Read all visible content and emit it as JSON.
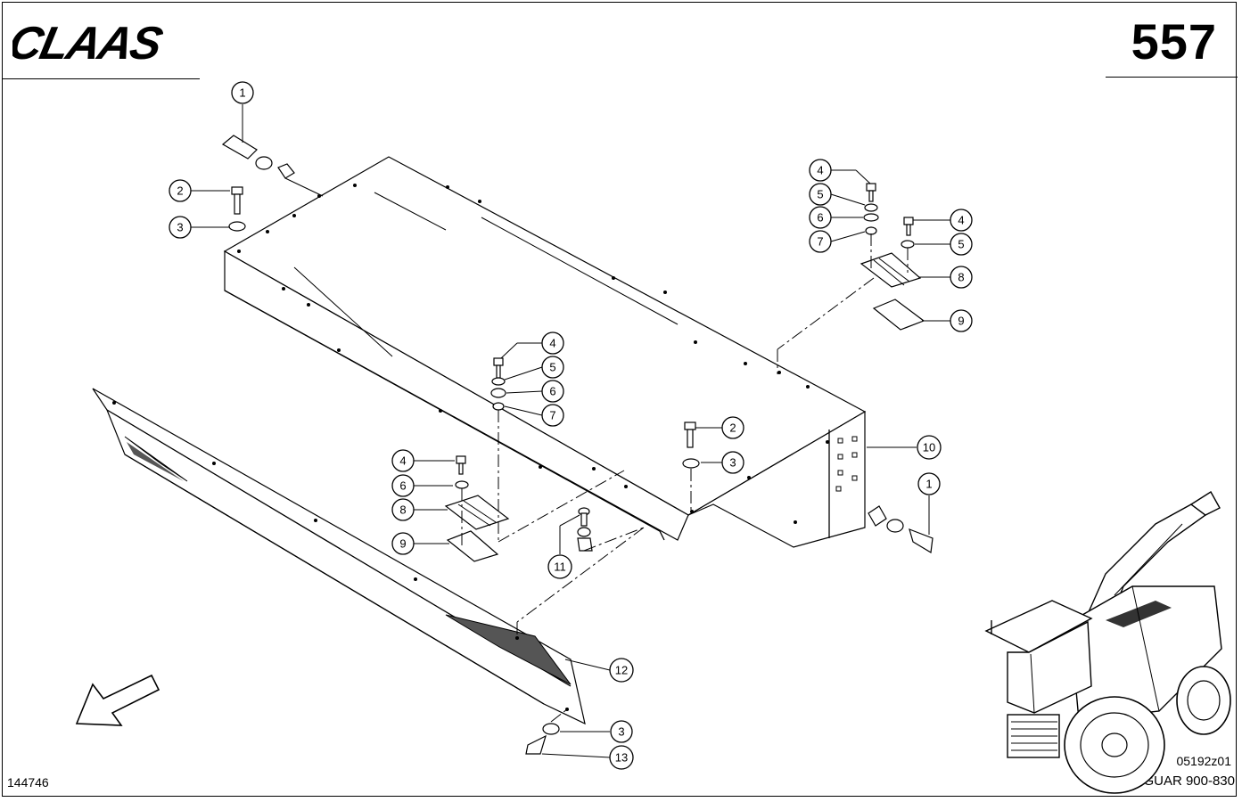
{
  "header": {
    "brand": "CLAAS",
    "page_number": "557"
  },
  "footer": {
    "document_id": "144746",
    "drawing_code": "05192z01",
    "model": "JAGUAR 900-830"
  },
  "callouts": [
    {
      "id": "c1a",
      "label": "1"
    },
    {
      "id": "c2a",
      "label": "2"
    },
    {
      "id": "c3a",
      "label": "3"
    },
    {
      "id": "c4a",
      "label": "4"
    },
    {
      "id": "c5a",
      "label": "5"
    },
    {
      "id": "c6a",
      "label": "6"
    },
    {
      "id": "c7a",
      "label": "7"
    },
    {
      "id": "c4b",
      "label": "4"
    },
    {
      "id": "c5b",
      "label": "5"
    },
    {
      "id": "c8a",
      "label": "8"
    },
    {
      "id": "c9a",
      "label": "9"
    },
    {
      "id": "c4c",
      "label": "4"
    },
    {
      "id": "c5c",
      "label": "5"
    },
    {
      "id": "c6c",
      "label": "6"
    },
    {
      "id": "c7c",
      "label": "7"
    },
    {
      "id": "c2b",
      "label": "2"
    },
    {
      "id": "c3b",
      "label": "3"
    },
    {
      "id": "c10",
      "label": "10"
    },
    {
      "id": "c1b",
      "label": "1"
    },
    {
      "id": "c4d",
      "label": "4"
    },
    {
      "id": "c6d",
      "label": "6"
    },
    {
      "id": "c8b",
      "label": "8"
    },
    {
      "id": "c9b",
      "label": "9"
    },
    {
      "id": "c11",
      "label": "11"
    },
    {
      "id": "c12",
      "label": "12"
    },
    {
      "id": "c3c",
      "label": "3"
    },
    {
      "id": "c13",
      "label": "13"
    }
  ]
}
